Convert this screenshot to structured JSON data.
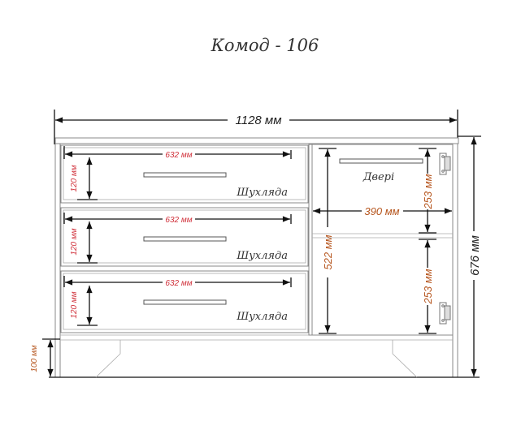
{
  "title": "Комод - 106",
  "dimensions": {
    "total_width": "1128 мм",
    "total_height": "676 мм",
    "plinth_height": "100 мм",
    "door_height": "522 мм",
    "door_width": "390 мм",
    "door_upper_section": "253 мм",
    "door_lower_section": "253 мм"
  },
  "drawers": [
    {
      "label": "Шухляда",
      "width": "632 мм",
      "height": "120 мм"
    },
    {
      "label": "Шухляда",
      "width": "632 мм",
      "height": "120 мм"
    },
    {
      "label": "Шухляда",
      "width": "632 мм",
      "height": "120 мм"
    }
  ],
  "door": {
    "label": "Двері"
  }
}
